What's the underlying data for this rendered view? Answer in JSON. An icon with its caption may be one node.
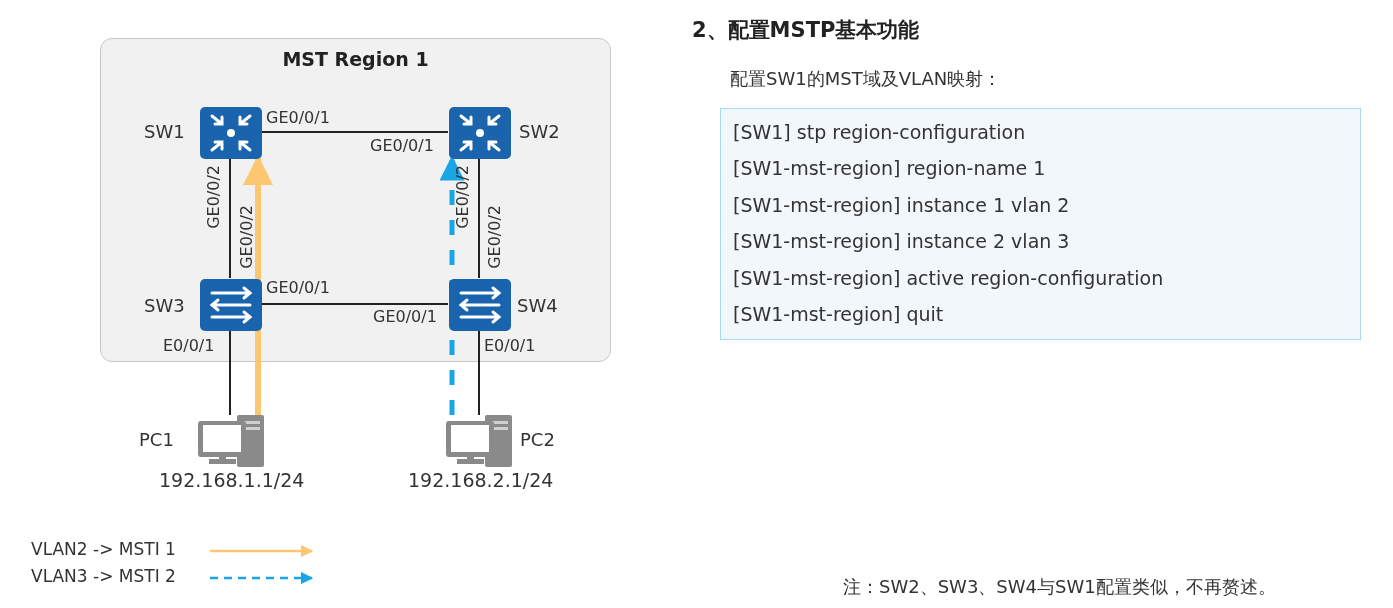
{
  "diagram": {
    "title": "2、配置MSTP基本功能",
    "nodes": [
      {
        "text": [
          "MST Region 1"
        ]
      },
      {
        "text": [],
        "shape": "switch",
        "beside": [
          "SW1"
        ],
        "in": 0
      },
      {
        "text": [],
        "shape": "switch",
        "beside": [
          "SW2"
        ],
        "in": 0
      },
      {
        "text": [],
        "shape": "switch",
        "beside": [
          "SW3"
        ],
        "in": 0
      },
      {
        "text": [],
        "shape": "switch",
        "beside": [
          "SW4"
        ],
        "in": 0
      },
      {
        "text": [],
        "shape": "computer",
        "beside": [
          "PC1",
          "192.168.1.1/24"
        ]
      },
      {
        "text": [],
        "shape": "computer",
        "beside": [
          "PC2",
          "192.168.2.1/24"
        ]
      },
      {
        "text": [
          "配置SW1的MST域及VLAN映射：",
          "[SW1] stp region-configuration",
          "[SW1-mst-region] region-name 1",
          "[SW1-mst-region] instance 1 vlan 2",
          "[SW1-mst-region] instance 2 vlan 3",
          "[SW1-mst-region] active region-configuration",
          "[SW1-mst-region] quit"
        ]
      }
    ],
    "edges": [
      {
        "from": 1,
        "to": 2,
        "arrow": "none"
      },
      {
        "from": 1,
        "to": 3,
        "arrow": "none"
      },
      {
        "from": 2,
        "to": 4,
        "arrow": "none"
      },
      {
        "from": 3,
        "to": 4,
        "arrow": "none"
      },
      {
        "from": 3,
        "to": 5,
        "arrow": "none"
      },
      {
        "from": 4,
        "to": 6,
        "arrow": "none"
      },
      {
        "from": 5,
        "to": 1,
        "arrow": "to",
        "style": "thick",
        "color": "#fdc771"
      },
      {
        "from": 6,
        "to": 2,
        "arrow": "to",
        "style": "dashed",
        "color": "#1aa6e6"
      }
    ],
    "labels": [
      "GE0/0/1",
      "GE0/0/1",
      "GE0/0/2",
      "GE0/0/2",
      "GE0/0/2",
      "GE0/0/2",
      "GE0/0/1",
      "GE0/0/1",
      "E0/0/1",
      "E0/0/1",
      "注：SW2、SW3、SW4与SW1配置类似，不再赘述。"
    ],
    "legend": [
      {
        "text": "VLAN2 -> MSTI 1"
      },
      {
        "text": "VLAN3 -> MSTI 2"
      }
    ]
  }
}
